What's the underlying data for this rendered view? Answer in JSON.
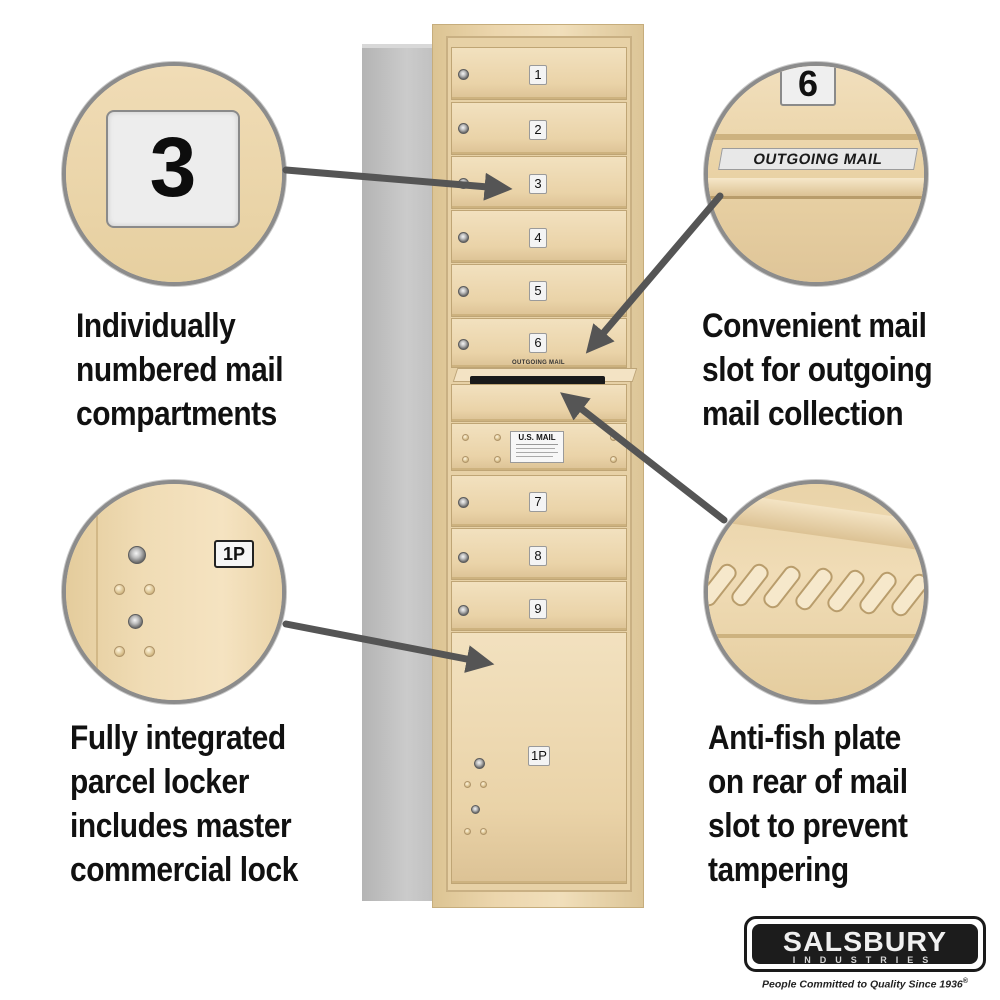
{
  "callouts": {
    "numbered": [
      "Individually",
      "numbered mail",
      "compartments"
    ],
    "outgoing": [
      "Convenient mail",
      "slot for outgoing",
      "mail collection"
    ],
    "parcel": [
      "Fully integrated",
      "parcel locker",
      "includes master",
      "commercial lock"
    ],
    "antifish": [
      "Anti-fish plate",
      "on rear of mail",
      "slot to prevent",
      "tampering"
    ]
  },
  "circles": {
    "number_tag": "3",
    "outgoing_number": "6",
    "outgoing_label": "OUTGOING MAIL",
    "parcel_tag": "1P"
  },
  "mailbox": {
    "doors": [
      "1",
      "2",
      "3",
      "4",
      "5",
      "6"
    ],
    "outgoing_label": "OUTGOING MAIL",
    "usmail_title": "U.S. MAIL",
    "lower_doors": [
      "7",
      "8",
      "9"
    ],
    "parcel_tag": "1P"
  },
  "logo": {
    "name": "SALSBURY",
    "sub": "INDUSTRIES",
    "tagline": "People Committed to Quality Since 1936",
    "reg": "®"
  },
  "colors": {
    "sandstone": "#ecd6ad",
    "arrow": "#555555",
    "text": "#111111"
  }
}
